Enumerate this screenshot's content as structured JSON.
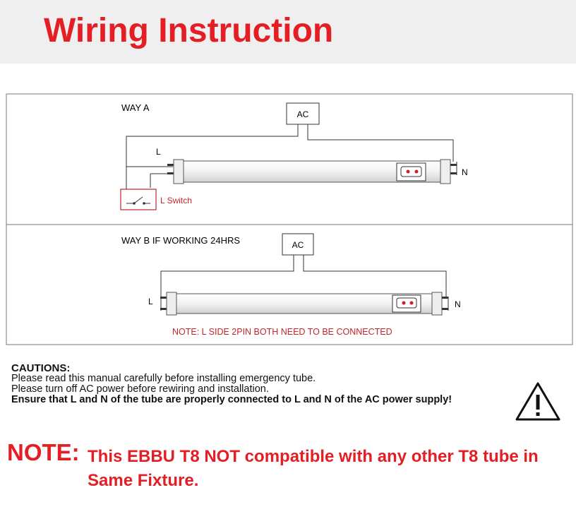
{
  "header": {
    "title": "Wiring Instruction"
  },
  "way_a": {
    "label": "WAY A",
    "ac_label": "AC",
    "l_label": "L",
    "n_label": "N",
    "switch_label": "L Switch"
  },
  "way_b": {
    "label": "WAY B  IF WORKING 24HRS",
    "ac_label": "AC",
    "l_label": "L",
    "n_label": "N",
    "note": "NOTE: L SIDE 2PIN BOTH NEED TO BE CONNECTED"
  },
  "cautions": {
    "heading": "CAUTIONS:",
    "lines": [
      "Please read this manual carefully before installing emergency tube.",
      "Please turn off  AC power before rewiring and installation.",
      "Ensure that L and N of the tube are properly connected to L and N of the AC power supply!"
    ]
  },
  "note": {
    "label": "NOTE:",
    "text": "This EBBU T8 NOT compatible with any other T8 tube in Same Fixture."
  },
  "colors": {
    "accent_red": "#e31e24",
    "switch_red": "#c0272d"
  }
}
